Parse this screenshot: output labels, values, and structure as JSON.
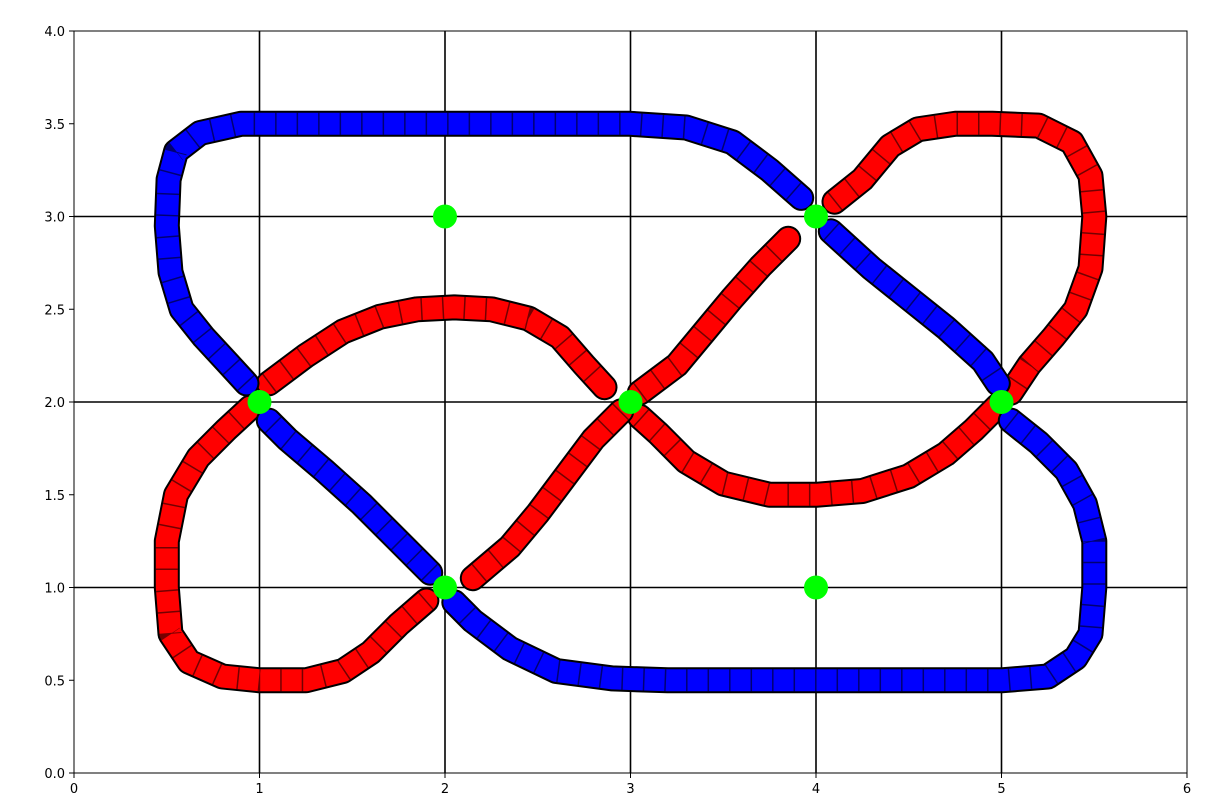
{
  "chart_data": {
    "type": "scatter",
    "title": "",
    "xlabel": "",
    "ylabel": "",
    "xlim": [
      0,
      6
    ],
    "ylim": [
      0,
      4
    ],
    "xticks": [
      "0",
      "1",
      "2",
      "3",
      "4",
      "5",
      "6"
    ],
    "yticks": [
      "0.0",
      "0.5",
      "1.0",
      "1.5",
      "2.0",
      "2.5",
      "3.0",
      "3.5",
      "4.0"
    ],
    "xtick_values": [
      0,
      1,
      2,
      3,
      4,
      5,
      6
    ],
    "ytick_values": [
      0,
      0.5,
      1,
      1.5,
      2,
      2.5,
      3,
      3.5,
      4
    ],
    "grid_x": [
      1,
      2,
      3,
      4,
      5
    ],
    "grid_y": [
      1,
      2,
      3
    ],
    "grid_color": "#000000",
    "series": [
      {
        "color": "#ff0000",
        "segments": [
          [
            [
              1.05,
              2.1
            ],
            [
              1.25,
              2.25
            ],
            [
              1.45,
              2.38
            ],
            [
              1.65,
              2.46
            ],
            [
              1.85,
              2.5
            ],
            [
              2.05,
              2.51
            ],
            [
              2.25,
              2.5
            ],
            [
              2.45,
              2.45
            ],
            [
              2.62,
              2.35
            ],
            [
              2.75,
              2.2
            ],
            [
              2.86,
              2.08
            ]
          ],
          [
            [
              3.05,
              2.05
            ],
            [
              3.25,
              2.2
            ],
            [
              3.4,
              2.38
            ],
            [
              3.55,
              2.56
            ],
            [
              3.7,
              2.73
            ],
            [
              3.85,
              2.88
            ]
          ],
          [
            [
              4.1,
              3.08
            ],
            [
              4.25,
              3.2
            ],
            [
              4.4,
              3.38
            ],
            [
              4.55,
              3.47
            ],
            [
              4.75,
              3.5
            ],
            [
              4.95,
              3.5
            ],
            [
              5.2,
              3.49
            ],
            [
              5.38,
              3.4
            ],
            [
              5.48,
              3.22
            ],
            [
              5.5,
              3.0
            ],
            [
              5.48,
              2.72
            ],
            [
              5.4,
              2.5
            ],
            [
              5.28,
              2.35
            ],
            [
              5.15,
              2.2
            ],
            [
              5.05,
              2.05
            ]
          ],
          [
            [
              4.98,
              1.98
            ],
            [
              4.85,
              1.85
            ],
            [
              4.7,
              1.72
            ],
            [
              4.5,
              1.6
            ],
            [
              4.25,
              1.52
            ],
            [
              4.0,
              1.5
            ],
            [
              3.75,
              1.5
            ],
            [
              3.5,
              1.56
            ],
            [
              3.3,
              1.68
            ],
            [
              3.15,
              1.83
            ],
            [
              3.05,
              1.92
            ]
          ],
          [
            [
              2.95,
              1.95
            ],
            [
              2.8,
              1.8
            ],
            [
              2.65,
              1.6
            ],
            [
              2.5,
              1.4
            ],
            [
              2.35,
              1.22
            ],
            [
              2.15,
              1.05
            ]
          ],
          [
            [
              1.9,
              0.93
            ],
            [
              1.75,
              0.8
            ],
            [
              1.6,
              0.65
            ],
            [
              1.45,
              0.55
            ],
            [
              1.25,
              0.5
            ],
            [
              1.0,
              0.5
            ],
            [
              0.8,
              0.52
            ],
            [
              0.62,
              0.6
            ],
            [
              0.52,
              0.75
            ],
            [
              0.5,
              1.0
            ],
            [
              0.5,
              1.25
            ],
            [
              0.55,
              1.5
            ],
            [
              0.67,
              1.7
            ],
            [
              0.82,
              1.85
            ],
            [
              0.95,
              1.97
            ]
          ]
        ]
      },
      {
        "color": "#0000ff",
        "segments": [
          [
            [
              0.93,
              2.1
            ],
            [
              0.82,
              2.22
            ],
            [
              0.7,
              2.35
            ],
            [
              0.58,
              2.5
            ],
            [
              0.52,
              2.7
            ],
            [
              0.5,
              2.95
            ],
            [
              0.51,
              3.2
            ],
            [
              0.55,
              3.35
            ],
            [
              0.68,
              3.45
            ],
            [
              0.9,
              3.5
            ],
            [
              1.2,
              3.5
            ],
            [
              1.5,
              3.5
            ],
            [
              1.8,
              3.5
            ],
            [
              2.1,
              3.5
            ],
            [
              2.4,
              3.5
            ],
            [
              2.7,
              3.5
            ],
            [
              3.0,
              3.5
            ],
            [
              3.3,
              3.48
            ],
            [
              3.55,
              3.4
            ],
            [
              3.75,
              3.25
            ],
            [
              3.92,
              3.1
            ]
          ],
          [
            [
              4.08,
              2.92
            ],
            [
              4.3,
              2.72
            ],
            [
              4.5,
              2.56
            ],
            [
              4.7,
              2.4
            ],
            [
              4.9,
              2.22
            ],
            [
              4.98,
              2.1
            ]
          ],
          [
            [
              5.05,
              1.9
            ],
            [
              5.2,
              1.78
            ],
            [
              5.35,
              1.63
            ],
            [
              5.45,
              1.45
            ],
            [
              5.5,
              1.25
            ],
            [
              5.5,
              1.0
            ],
            [
              5.48,
              0.75
            ],
            [
              5.4,
              0.62
            ],
            [
              5.25,
              0.52
            ],
            [
              5.0,
              0.5
            ],
            [
              4.7,
              0.5
            ],
            [
              4.4,
              0.5
            ],
            [
              4.1,
              0.5
            ],
            [
              3.8,
              0.5
            ],
            [
              3.5,
              0.5
            ],
            [
              3.2,
              0.5
            ],
            [
              2.9,
              0.51
            ],
            [
              2.6,
              0.55
            ],
            [
              2.35,
              0.67
            ],
            [
              2.15,
              0.82
            ],
            [
              2.05,
              0.92
            ]
          ],
          [
            [
              1.92,
              1.08
            ],
            [
              1.75,
              1.25
            ],
            [
              1.55,
              1.45
            ],
            [
              1.35,
              1.63
            ],
            [
              1.15,
              1.8
            ],
            [
              1.05,
              1.9
            ]
          ]
        ]
      }
    ],
    "points": {
      "color": "#00ff00",
      "x": [
        1,
        2,
        2,
        3,
        4,
        4,
        5
      ],
      "y": [
        2,
        1,
        3,
        2,
        3,
        1,
        2
      ]
    }
  }
}
